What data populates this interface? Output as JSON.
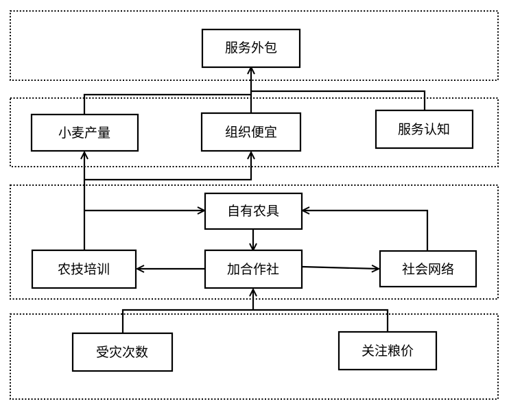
{
  "diagram": {
    "nodes": [
      {
        "id": "service_outsourcing",
        "label": "服务外包"
      },
      {
        "id": "wheat_yield",
        "label": "小麦产量"
      },
      {
        "id": "org_convenience",
        "label": "组织便宜"
      },
      {
        "id": "service_cognition",
        "label": "服务认知"
      },
      {
        "id": "own_machinery",
        "label": "自有农具"
      },
      {
        "id": "agri_training",
        "label": "农技培训"
      },
      {
        "id": "cooperative",
        "label": "加合作社"
      },
      {
        "id": "social_network",
        "label": "社会网络"
      },
      {
        "id": "disaster_count",
        "label": "受灾次数"
      },
      {
        "id": "grain_price_attention",
        "label": "关注粮价"
      }
    ],
    "edges": [
      {
        "from": "wheat_yield",
        "to": "service_outsourcing"
      },
      {
        "from": "org_convenience",
        "to": "service_outsourcing"
      },
      {
        "from": "service_cognition",
        "to": "service_outsourcing"
      },
      {
        "from": "agri_training",
        "to": "wheat_yield"
      },
      {
        "from": "agri_training",
        "to": "org_convenience"
      },
      {
        "from": "agri_training",
        "to": "own_machinery"
      },
      {
        "from": "social_network",
        "to": "own_machinery"
      },
      {
        "from": "own_machinery",
        "to": "cooperative"
      },
      {
        "from": "cooperative",
        "to": "agri_training"
      },
      {
        "from": "cooperative",
        "to": "social_network"
      },
      {
        "from": "disaster_count",
        "to": "cooperative"
      },
      {
        "from": "grain_price_attention",
        "to": "cooperative"
      }
    ]
  }
}
